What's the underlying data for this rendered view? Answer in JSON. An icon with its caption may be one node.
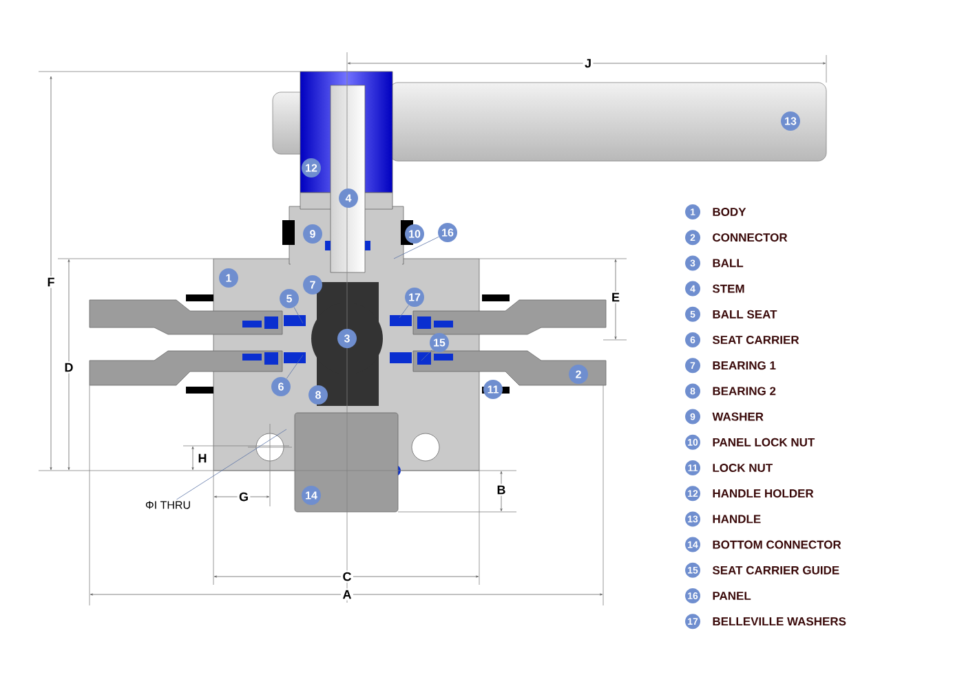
{
  "diagram": {
    "nodes": [
      {
        "text": [
          "13"
        ]
      },
      {
        "text": [
          "12"
        ]
      },
      {
        "text": [
          "4"
        ]
      },
      {
        "text": [
          "9"
        ]
      },
      {
        "text": [
          "10"
        ]
      },
      {
        "text": [
          "16"
        ]
      },
      {
        "text": [
          "1"
        ]
      },
      {
        "text": [
          "7"
        ]
      },
      {
        "text": [
          "5"
        ]
      },
      {
        "text": [
          "17"
        ]
      },
      {
        "text": [
          "3"
        ]
      },
      {
        "text": [
          "15"
        ]
      },
      {
        "text": [
          "2"
        ]
      },
      {
        "text": [
          "6"
        ]
      },
      {
        "text": [
          "11"
        ]
      },
      {
        "text": [
          "8"
        ]
      },
      {
        "text": [
          "14"
        ]
      },
      {
        "text": [
          "ΦI THRU"
        ]
      }
    ],
    "edges": [
      {
        "from": 8,
        "to": null,
        "arrow": "none"
      },
      {
        "from": 13,
        "to": null,
        "arrow": "none"
      },
      {
        "from": 11,
        "to": null,
        "arrow": "none"
      },
      {
        "from": 5,
        "to": null,
        "arrow": "none"
      },
      {
        "from": 9,
        "to": null,
        "arrow": "none"
      },
      {
        "from": 17,
        "to": null,
        "arrow": "none"
      }
    ],
    "labels": [
      "J",
      "F",
      "E",
      "D",
      "H",
      "B",
      "G",
      "C",
      "A",
      "1",
      "BODY",
      "2",
      "CONNECTOR",
      "3",
      "BALL",
      "4",
      "STEM",
      "5",
      "BALL SEAT",
      "6",
      "SEAT CARRIER",
      "7",
      "BEARING 1",
      "8",
      "BEARING 2",
      "9",
      "WASHER",
      "10",
      "PANEL LOCK NUT",
      "11",
      "LOCK NUT",
      "12",
      "HANDLE HOLDER",
      "13",
      "HANDLE",
      "14",
      "BOTTOM CONNECTOR",
      "15",
      "SEAT CARRIER GUIDE",
      "16",
      "PANEL",
      "17",
      "BELLEVILLE WASHERS"
    ]
  }
}
